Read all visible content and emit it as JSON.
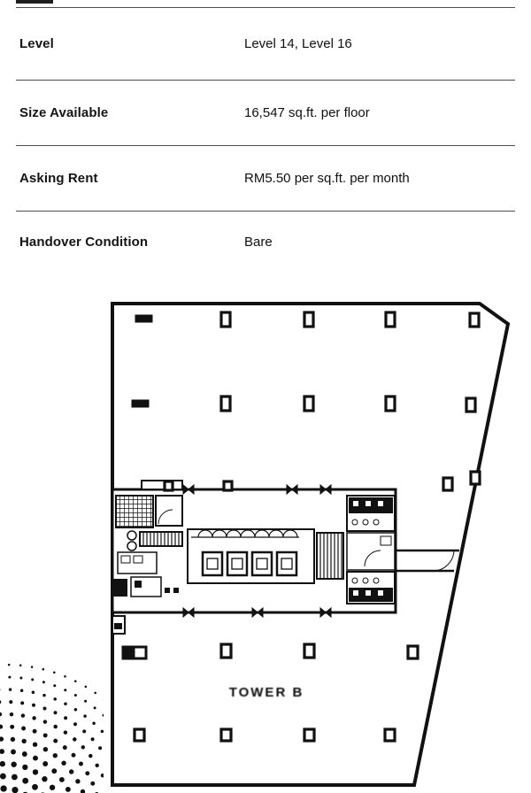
{
  "table": {
    "rows": [
      {
        "label": "Level",
        "value": "Level 14, Level 16"
      },
      {
        "label": "Size Available",
        "value": "16,547 sq.ft. per floor"
      },
      {
        "label": "Asking Rent",
        "value": "RM5.50 per sq.ft. per month"
      },
      {
        "label": "Handover Condition",
        "value": "Bare"
      }
    ]
  },
  "floorplan": {
    "tower_label": "TOWER B"
  },
  "colors": {
    "ink": "#111111",
    "rule": "#4f4f4f"
  }
}
